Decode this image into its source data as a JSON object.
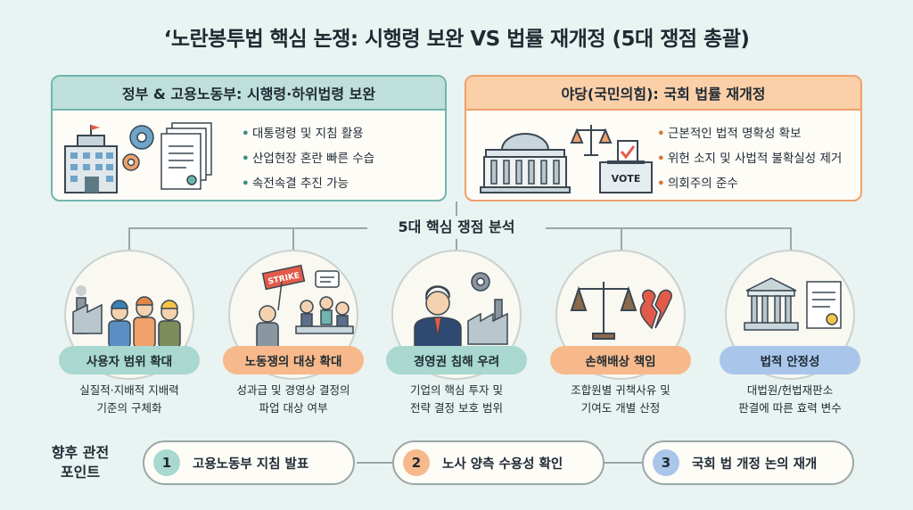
{
  "title": "‘노란봉투법 핵심 논쟁: 시행령 보완 VS 법률 재개정 (5대 쟁점 총괄)",
  "government": {
    "heading": "정부 & 고용노동부: 시행령·하위법령 보완",
    "bullets": [
      "대통령령 및 지침 활용",
      "산업현장 혼란 빠른 수습",
      "속전속결 추진 가능"
    ]
  },
  "opposition": {
    "heading": "야당(국민의힘): 국회 법률 재개정",
    "bullets": [
      "근본적인 법적 명확성 확보",
      "위헌 소지 및 사법적 불확실성 제거",
      "의회주의 준수"
    ],
    "vote_text": "VOTE",
    "strike_text": "STRIKE"
  },
  "analysis_label": "5대 핵심 쟁점 분석",
  "issues": [
    {
      "title": "사용자 범위 확대",
      "desc1": "실질적·지배적 지배력",
      "desc2": "기준의 구체화"
    },
    {
      "title": "노동쟁의 대상 확대",
      "desc1": "성과급 및 경영상 결정의",
      "desc2": "파업 대상 여부"
    },
    {
      "title": "경영권 침해 우려",
      "desc1": "기업의 핵심 투자 및",
      "desc2": "전략 결정 보호 범위"
    },
    {
      "title": "손해배상 책임",
      "desc1": "조합원별 귀책사유 및",
      "desc2": "기여도 개별 산정"
    },
    {
      "title": "법적 안정성",
      "desc1": "대법원/헌법재판소",
      "desc2": "판결에 따른 효력 변수"
    }
  ],
  "watch": {
    "label_line1": "향후 관전",
    "label_line2": "포인트",
    "steps": [
      {
        "num": "1",
        "text": "고용노동부 지침 발표"
      },
      {
        "num": "2",
        "text": "노사 양측 수용성 확인"
      },
      {
        "num": "3",
        "text": "국회 법 개정 논의 재개"
      }
    ]
  },
  "colors": {
    "teal": "#a8d8cf",
    "orange": "#f7b98b",
    "blue": "#a9c6ea",
    "background": "#e9f3f1"
  }
}
